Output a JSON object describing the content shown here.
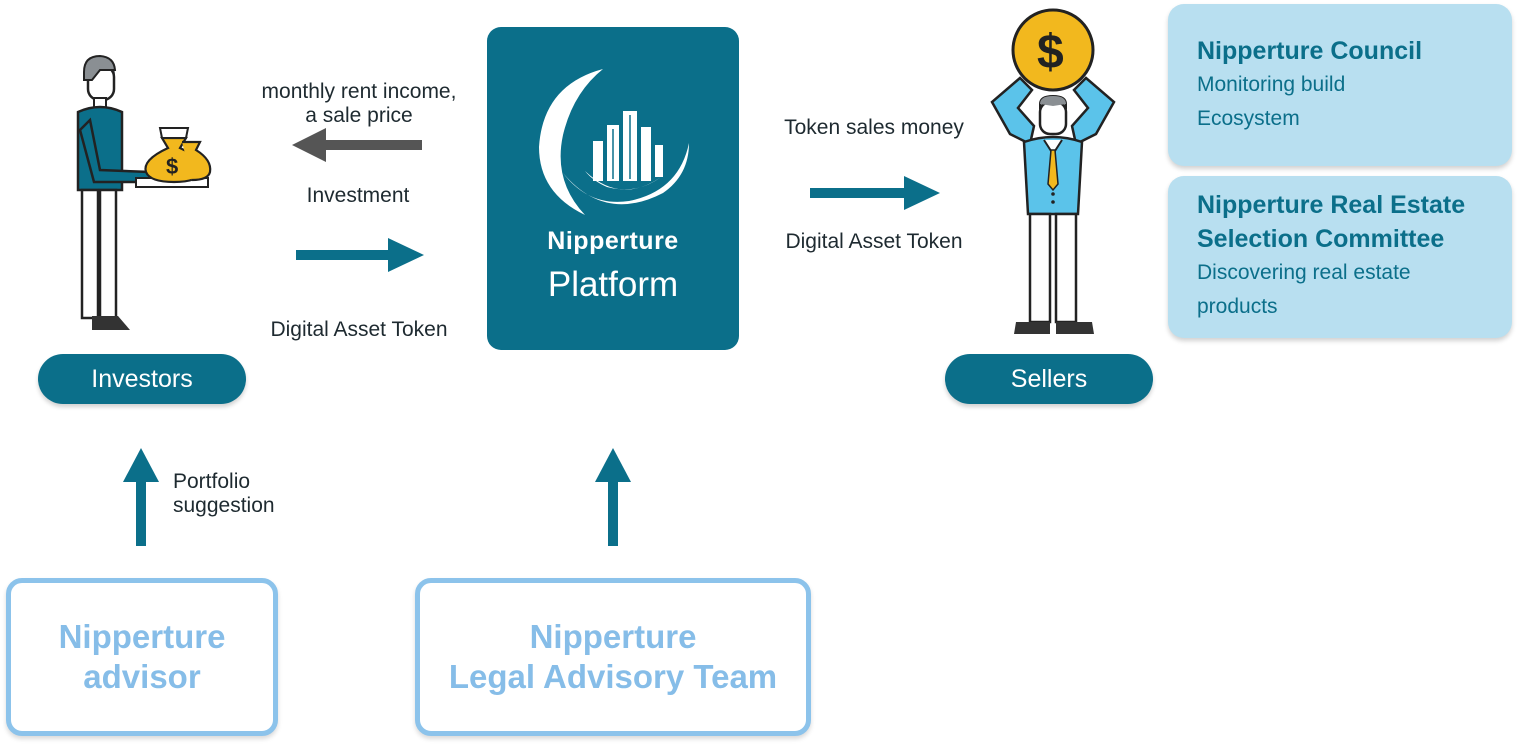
{
  "platform": {
    "brand": "Nipperture",
    "title": "Platform"
  },
  "left_flow": {
    "top_label_line1": "monthly rent income,",
    "top_label_line2": "a sale price",
    "middle_label": "Investment",
    "bottom_label": "Digital Asset Token"
  },
  "right_flow": {
    "top_label": "Token sales money",
    "bottom_label": "Digital Asset Token"
  },
  "investors": {
    "label": "Investors",
    "money_symbol": "$"
  },
  "sellers": {
    "label": "Sellers",
    "coin_symbol": "$"
  },
  "portfolio": {
    "line1": "Portfolio",
    "line2": "suggestion"
  },
  "council": {
    "title": "Nipperture Council",
    "line1": "Monitoring build",
    "line2": "Ecosystem"
  },
  "committee": {
    "title_line1": "Nipperture Real Estate",
    "title_line2": "Selection Committee",
    "line1": "Discovering real estate",
    "line2": "products"
  },
  "advisor": {
    "line1": "Nipperture",
    "line2": "advisor"
  },
  "legal": {
    "line1": "Nipperture",
    "line2": "Legal Advisory Team"
  },
  "colors": {
    "primary": "#0b6f8a",
    "card": "#b8dff0",
    "outline": "#8cc3eb",
    "gray_arrow": "#555555",
    "gold": "#f2b81e"
  }
}
